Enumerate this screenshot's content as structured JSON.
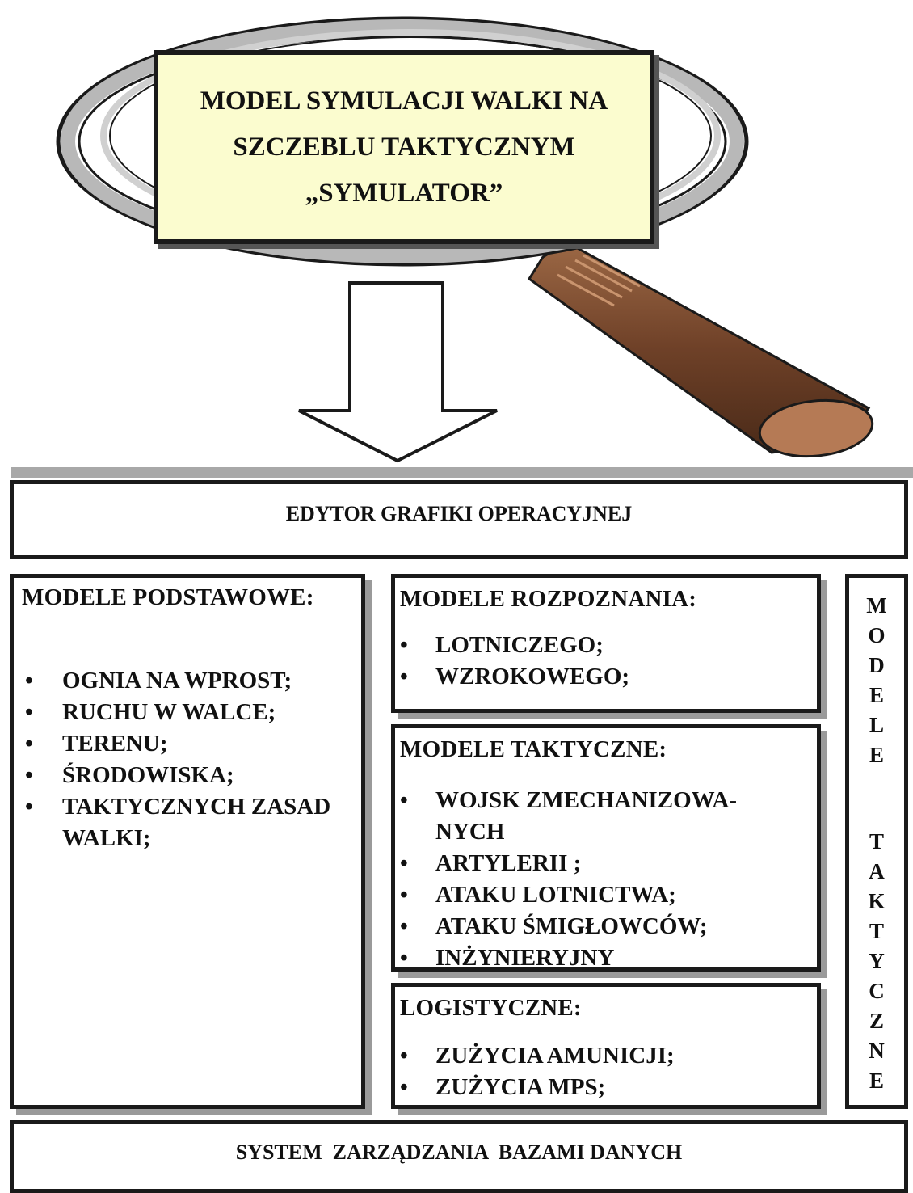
{
  "title": {
    "lines": [
      "MODEL SYMULACJI WALKI NA",
      "SZCZEBLU TAKTYCZNYM",
      "„SYMULATOR”"
    ]
  },
  "editor": {
    "label": "EDYTOR GRAFIKI OPERACYJNEJ"
  },
  "basic_models": {
    "heading": "MODELE PODSTAWOWE:",
    "items": [
      "OGNIA NA WPROST;",
      "RUCHU W WALCE;",
      "TERENU;",
      "ŚRODOWISKA;",
      "TAKTYCZNYCH ZASAD",
      "WALKI;"
    ]
  },
  "recon_models": {
    "heading": "MODELE ROZPOZNANIA:",
    "items": [
      "LOTNICZEGO;",
      "WZROKOWEGO;"
    ]
  },
  "tactical_models": {
    "heading": "MODELE TAKTYCZNE:",
    "items": [
      "WOJSK ZMECHANIZOWA-",
      "NYCH",
      "ARTYLERII ;",
      "ATAKU LOTNICTWA;",
      "ATAKU ŚMIGŁOWCÓW;",
      "INŻYNIERYJNY"
    ]
  },
  "logistic_models": {
    "heading": "LOGISTYCZNE:",
    "items": [
      "ZUŻYCIA AMUNICJI;",
      "ZUŻYCIA MPS;"
    ]
  },
  "side_label": {
    "word1": [
      "M",
      "O",
      "D",
      "E",
      "L",
      "E"
    ],
    "word2": [
      "T",
      "A",
      "K",
      "T",
      "Y",
      "C",
      "Z",
      "N",
      "E"
    ]
  },
  "database": {
    "label": "SYSTEM  ZARZĄDZANIA  BAZAMI DANYCH"
  },
  "colors": {
    "title_fill": "#fbfccf",
    "handle": "#7a4a2e",
    "frame": "#1a1a1a",
    "shadow": "#9a9a9a"
  }
}
